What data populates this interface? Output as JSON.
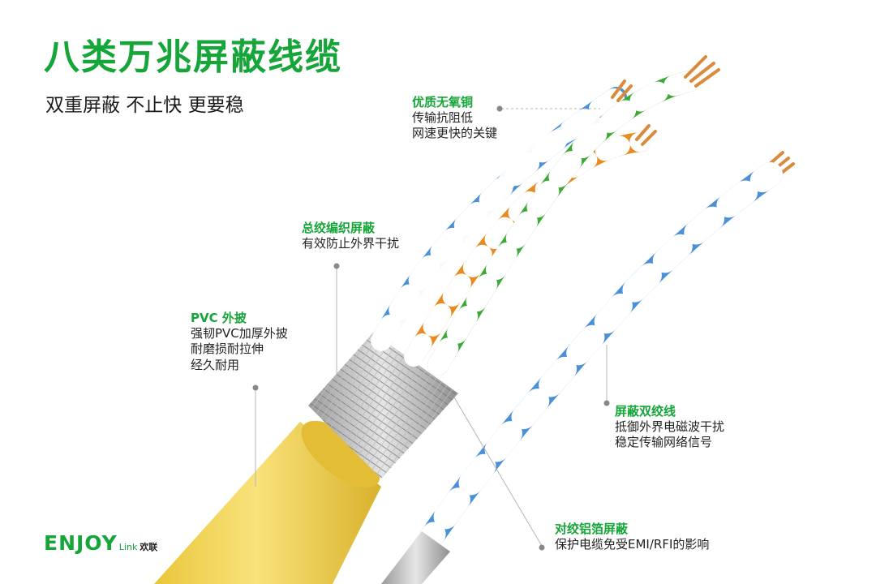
{
  "header": {
    "title": "八类万兆屏蔽线缆",
    "subtitle": "双重屏蔽 不止快 更要稳"
  },
  "callouts": {
    "copper": {
      "head": "优质无氧铜",
      "lines": [
        "传输抗阻低",
        "网速更快的关键"
      ]
    },
    "braid": {
      "head": "总绞编织屏蔽",
      "lines": [
        "有效防止外界干扰"
      ]
    },
    "pvc": {
      "head": "PVC 外披",
      "lines": [
        "强韧PVC加厚外披",
        "耐磨损耐拉伸",
        "经久耐用"
      ]
    },
    "twist": {
      "head": "屏蔽双绞线",
      "lines": [
        "抵御外界电磁波干扰",
        "稳定传输网络信号"
      ]
    },
    "foil": {
      "head": "对绞铝箔屏蔽",
      "lines": [
        "保护电缆免受EMI/RFI的影响"
      ]
    }
  },
  "logo": {
    "brand": "ENJOY",
    "link": "Link",
    "cn": "欢联"
  },
  "colors": {
    "accent": "#16a538",
    "jacket": "#f2d34a",
    "braid": "#c8c8c8",
    "pair_green": "#3aaa35",
    "pair_orange": "#e88a1f",
    "pair_blue": "#4a90d9",
    "copper": "#d98a3a"
  }
}
